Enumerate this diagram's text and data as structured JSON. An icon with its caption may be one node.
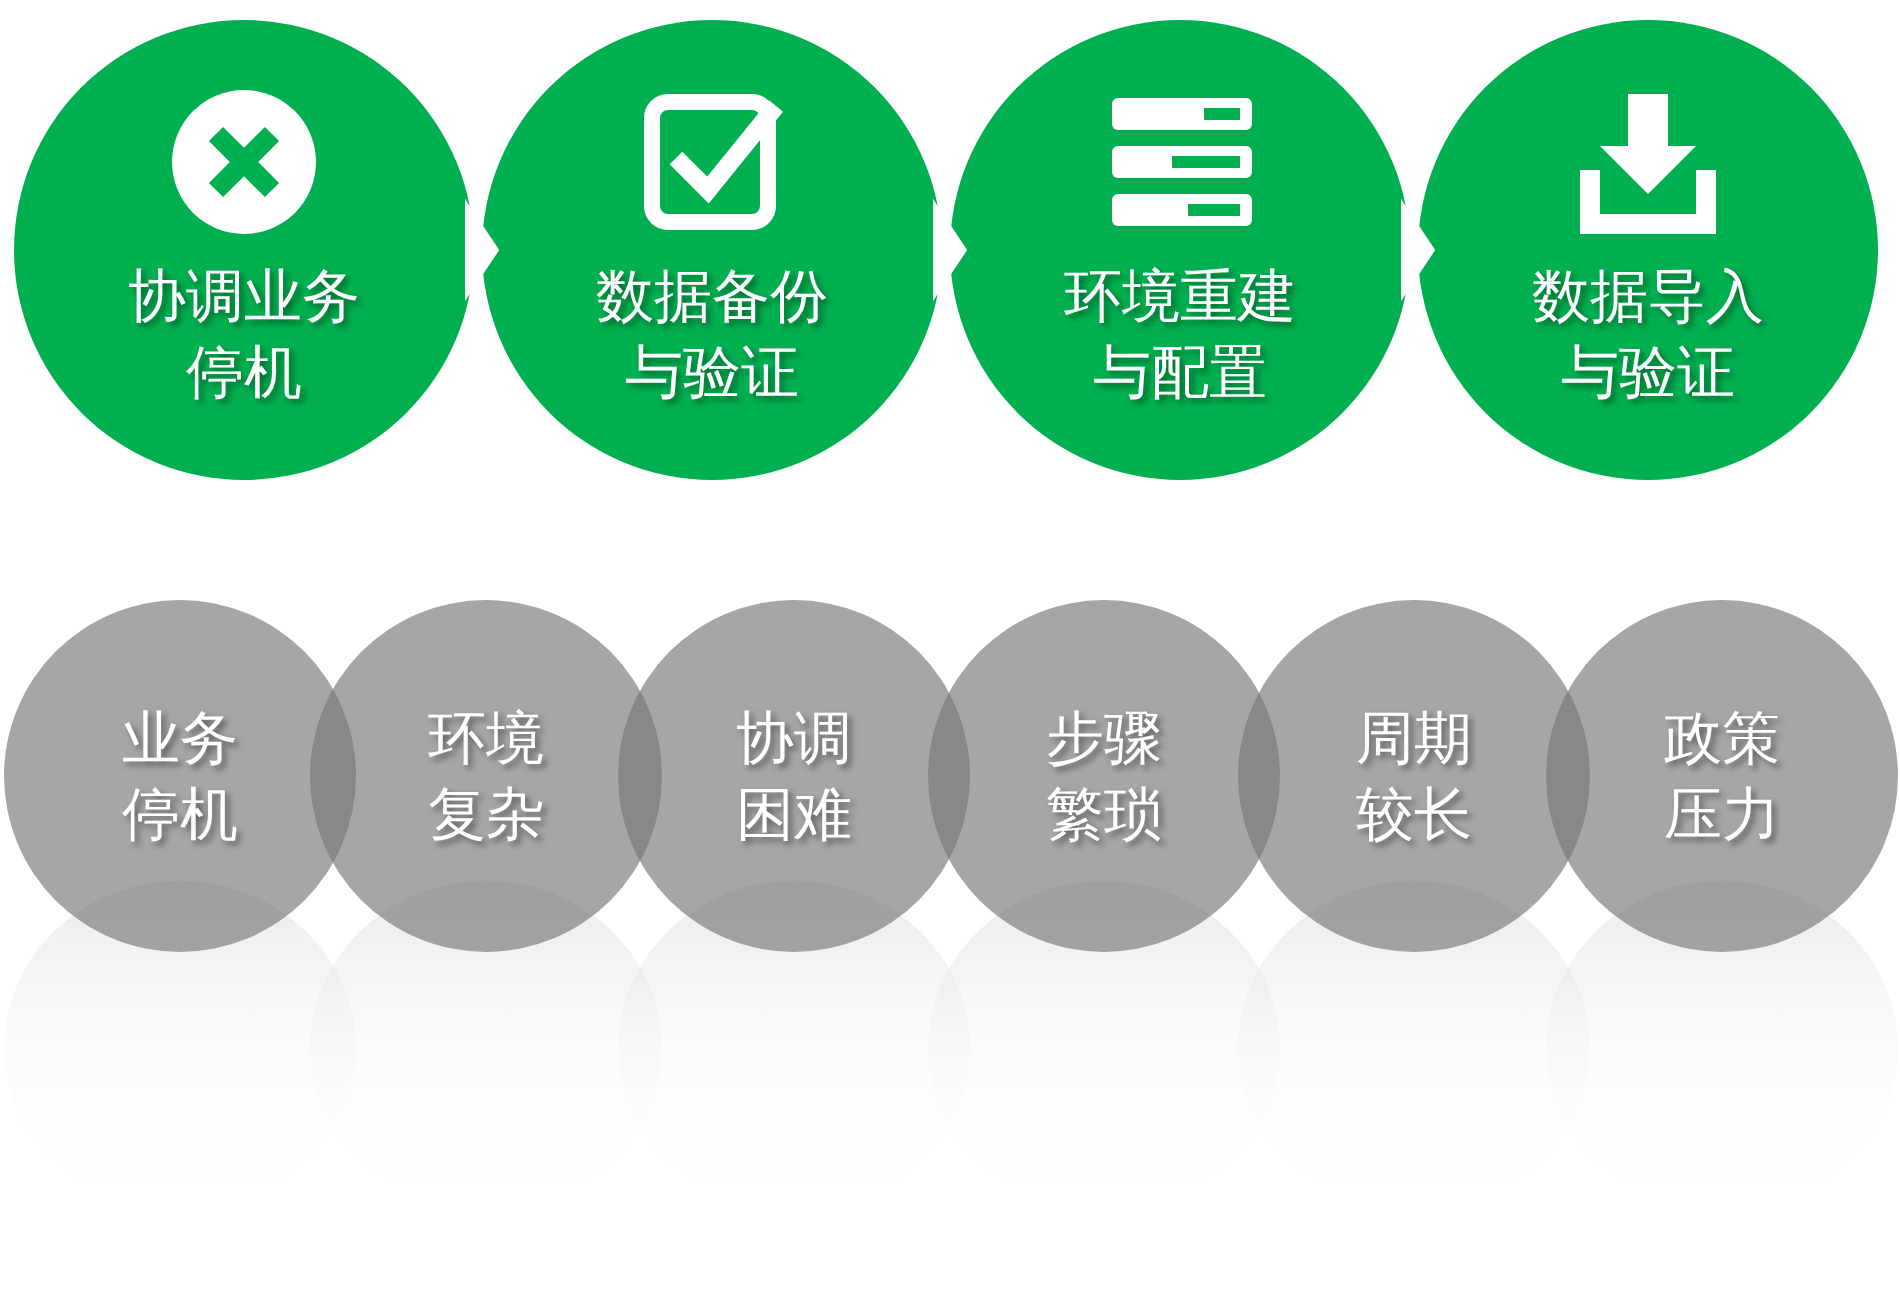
{
  "diagram": {
    "nodes": [
      {
        "text": [
          "协调业务停机"
        ]
      },
      {
        "text": [
          "数据备份与验证"
        ]
      },
      {
        "text": [
          "环境重建与配置"
        ]
      },
      {
        "text": [
          "数据导入与验证"
        ]
      },
      {
        "text": [
          "业务停机"
        ]
      },
      {
        "text": [
          "环境复杂"
        ]
      },
      {
        "text": [
          "协调困难"
        ]
      },
      {
        "text": [
          "步骤繁琐"
        ]
      },
      {
        "text": [
          "周期较长"
        ]
      },
      {
        "text": [
          "政策压力"
        ]
      }
    ],
    "edges": [
      {
        "from": 0,
        "to": 1,
        "arrow": "to"
      },
      {
        "from": 1,
        "to": 2,
        "arrow": "to"
      },
      {
        "from": 2,
        "to": 3,
        "arrow": "to"
      }
    ]
  }
}
